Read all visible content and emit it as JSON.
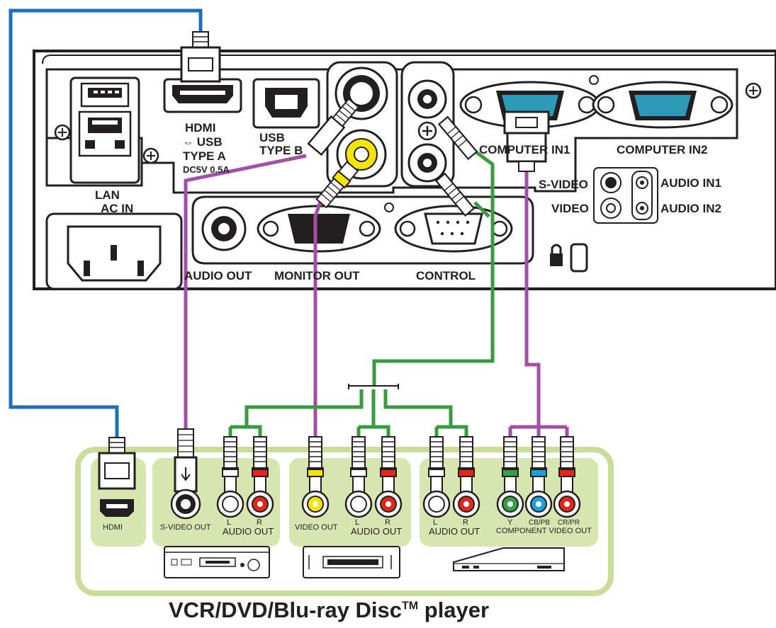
{
  "projector": {
    "ports": {
      "hdmi": "HDMI",
      "usb_a": "USB",
      "usb_a_type": "TYPE A",
      "usb_a_power": "DC5V 0.5A",
      "usb_b": "USB",
      "usb_b_type": "TYPE B",
      "lan": "LAN",
      "ac_in": "AC IN",
      "audio_out": "AUDIO OUT",
      "monitor_out": "MONITOR OUT",
      "control": "CONTROL",
      "computer_in1": "COMPUTER IN1",
      "computer_in2": "COMPUTER IN2",
      "s_video": "S-VIDEO",
      "video": "VIDEO",
      "audio_in1": "AUDIO IN1",
      "audio_in2": "AUDIO IN2"
    }
  },
  "player": {
    "title": "VCR/DVD/Blu-ray Disc",
    "title_mark": "TM",
    "title_suffix": " player",
    "outputs": {
      "hdmi": "HDMI",
      "s_video_out": "S-VIDEO OUT",
      "audio_out": "AUDIO OUT",
      "video_out": "VIDEO OUT",
      "ch_l": "L",
      "ch_r": "R",
      "y": "Y",
      "cb_pb": "CB/PB",
      "cr_pr": "CR/PR",
      "component_video_out": "COMPONENT VIDEO OUT"
    }
  },
  "colors": {
    "hdmi_cable": "#1f6fb5",
    "video_cable": "#a24fa6",
    "audio_cable": "#3a9a3f",
    "player_frame": "#c9dd99",
    "player_panel": "#d7e6b0",
    "jack_yellow": "#f2e600",
    "jack_red": "#e1261c",
    "jack_green": "#35a04a",
    "jack_blue": "#1ea0d8",
    "vga_cyan": "#2d9ab8"
  }
}
